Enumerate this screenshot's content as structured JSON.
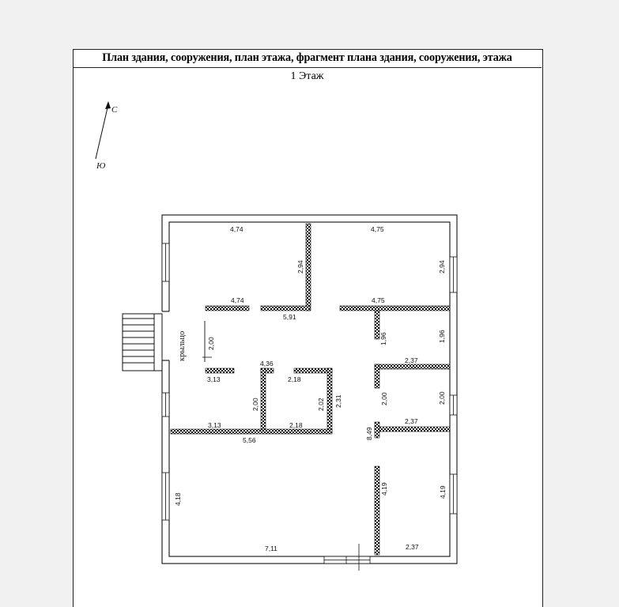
{
  "header": {
    "title": "План здания, сооружения, план этажа, фрагмент плана здания, сооружения, этажа",
    "floor": "1 Этаж"
  },
  "compass": {
    "north": "С",
    "south": "Ю"
  },
  "porch": {
    "label": "крыльцо",
    "width": "2,00"
  },
  "dimensions": {
    "room_nw_top": "4,74",
    "room_nw_bottom": "4,74",
    "room_ne_top": "4,75",
    "room_ne_bottom": "4,75",
    "nw_partition": "2,94",
    "ne_outer_right": "2,94",
    "hall_length": "5,91",
    "corridor_left": "1,96",
    "corridor_right": "1,96",
    "mid_top_span": "4,36",
    "left_room_top": "3,13",
    "left_room_bottom": "3,13",
    "small_room_top": "2,18",
    "small_room_bottom": "2,18",
    "left_room_partition": "2,00",
    "small_room_partition": "2,02",
    "small_room_right": "2,31",
    "right_room_top": "2,37",
    "right_room_bottom": "2,37",
    "right_room_partition": "2,00",
    "right_room_outer": "2,00",
    "corridor_long": "8,49",
    "mid_wall_length": "5,56",
    "south_left": "4,18",
    "south_partition": "4,19",
    "south_right": "4,19",
    "south_bottom": "7,11",
    "south_right_bottom": "2,37"
  }
}
